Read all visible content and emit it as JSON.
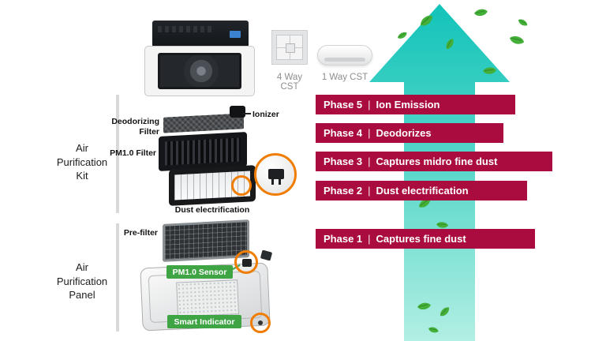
{
  "colors": {
    "banner_red": "#ab0c40",
    "arrow_teal_top": "#12c3b9",
    "arrow_teal_bottom": "#b2efe3",
    "badge_green": "#3fa444",
    "highlight_orange": "#f07d00",
    "leaf_green": "#44b039"
  },
  "left_labels": {
    "kit": "Air\nPurification\nKit",
    "panel": "Air\nPurification\nPanel"
  },
  "products": {
    "four_way_label": "4 Way CST",
    "one_way_label": "1 Way CST"
  },
  "kit_components": {
    "deodorizing_filter": "Deodorizing\nFilter",
    "ionizer": "Ionizer",
    "pm1_filter": "PM1.0 Filter",
    "dust_electrification": "Dust electrification"
  },
  "panel_components": {
    "pre_filter": "Pre-filter",
    "pm1_sensor": "PM1.0 Sensor",
    "smart_indicator": "Smart Indicator"
  },
  "phase_separator": "|",
  "phases": [
    {
      "number": "Phase 5",
      "label": "Ion Emission"
    },
    {
      "number": "Phase 4",
      "label": "Deodorizes"
    },
    {
      "number": "Phase 3",
      "label": "Captures midro fine dust"
    },
    {
      "number": "Phase 2",
      "label": "Dust electrification"
    },
    {
      "number": "Phase 1",
      "label": "Captures fine dust"
    }
  ]
}
